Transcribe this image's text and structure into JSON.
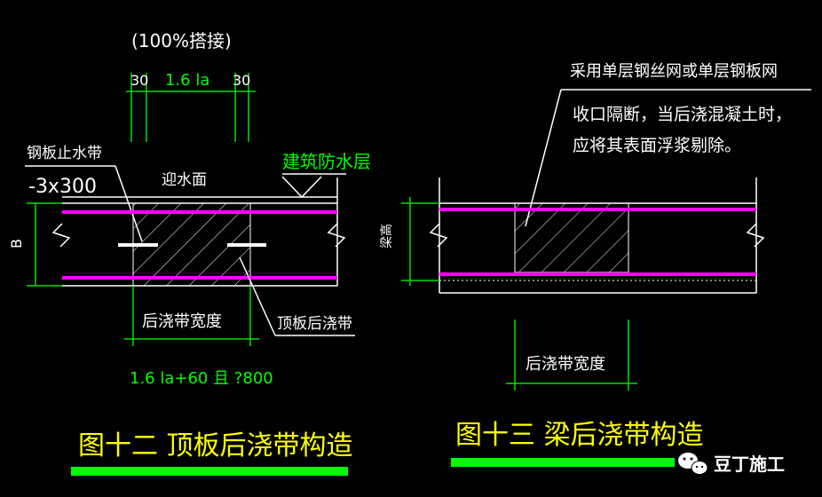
{
  "colors": {
    "background": "#000000",
    "line_white": "#ffffff",
    "line_green": "#00e000",
    "rebar_magenta": "#ff00ff",
    "title_yellow": "#ffff00",
    "label_green": "#00ff00"
  },
  "left": {
    "top_note": "(100%搭接)",
    "dim_30_left": "30",
    "dim_la": "1.6 la",
    "dim_30_right": "30",
    "label_steel_plate": "钢板止水带",
    "label_plate_size": "-3x300",
    "label_waterproof": "建筑防水层",
    "label_upstream": "迎水面",
    "label_b": "B",
    "label_width": "后浇带宽度",
    "label_roof_band": "顶板后浇带",
    "dim_bottom": "1.6 la+60 且 ?800",
    "title": "图十二  顶板后浇带构造"
  },
  "right": {
    "note_line1": "采用单层钢丝网或单层钢板网",
    "note_line2": "收口隔断，当后浇混凝土时，",
    "note_line3": "应将其表面浮浆剔除。",
    "label_beam_height": "梁高",
    "label_width": "后浇带宽度",
    "title": "图十三  梁后浇带构造"
  },
  "watermark": {
    "text": "豆丁施工",
    "icon": "wechat-icon"
  }
}
